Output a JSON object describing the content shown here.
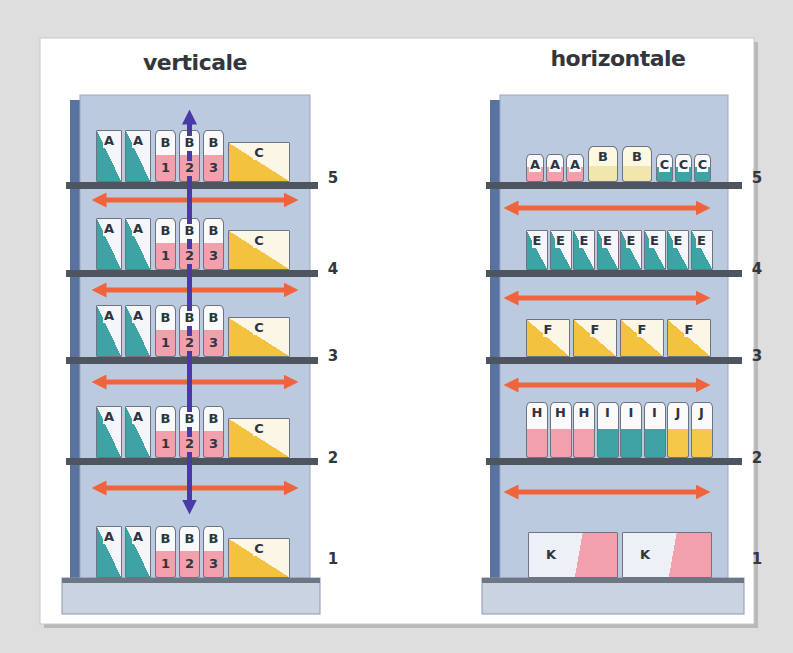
{
  "diagram": {
    "nodes": [
      {
        "text": [
          "A"
        ]
      },
      {
        "text": [
          "A"
        ]
      },
      {
        "text": [
          "B",
          "1"
        ]
      },
      {
        "text": [
          "B",
          "2"
        ]
      },
      {
        "text": [
          "B",
          "3"
        ]
      },
      {
        "text": [
          "C"
        ]
      },
      {
        "text": [
          "A"
        ]
      },
      {
        "text": [
          "A"
        ]
      },
      {
        "text": [
          "B",
          "1"
        ]
      },
      {
        "text": [
          "B",
          "2"
        ]
      },
      {
        "text": [
          "B",
          "3"
        ]
      },
      {
        "text": [
          "C"
        ]
      },
      {
        "text": [
          "A"
        ]
      },
      {
        "text": [
          "A"
        ]
      },
      {
        "text": [
          "B",
          "1"
        ]
      },
      {
        "text": [
          "B",
          "2"
        ]
      },
      {
        "text": [
          "B",
          "3"
        ]
      },
      {
        "text": [
          "C"
        ]
      },
      {
        "text": [
          "A"
        ]
      },
      {
        "text": [
          "A"
        ]
      },
      {
        "text": [
          "B",
          "1"
        ]
      },
      {
        "text": [
          "B",
          "2"
        ]
      },
      {
        "text": [
          "B",
          "3"
        ]
      },
      {
        "text": [
          "C"
        ]
      },
      {
        "text": [
          "A"
        ]
      },
      {
        "text": [
          "A"
        ]
      },
      {
        "text": [
          "B",
          "1"
        ]
      },
      {
        "text": [
          "B",
          "2"
        ]
      },
      {
        "text": [
          "B",
          "3"
        ]
      },
      {
        "text": [
          "C"
        ]
      },
      {
        "text": [
          "A"
        ]
      },
      {
        "text": [
          "A"
        ]
      },
      {
        "text": [
          "A"
        ]
      },
      {
        "text": [
          "B"
        ]
      },
      {
        "text": [
          "B"
        ]
      },
      {
        "text": [
          "C"
        ]
      },
      {
        "text": [
          "C"
        ]
      },
      {
        "text": [
          "C"
        ]
      },
      {
        "text": [
          "E"
        ]
      },
      {
        "text": [
          "E"
        ]
      },
      {
        "text": [
          "E"
        ]
      },
      {
        "text": [
          "E"
        ]
      },
      {
        "text": [
          "E"
        ]
      },
      {
        "text": [
          "E"
        ]
      },
      {
        "text": [
          "E"
        ]
      },
      {
        "text": [
          "E"
        ]
      },
      {
        "text": [
          "F"
        ]
      },
      {
        "text": [
          "F"
        ]
      },
      {
        "text": [
          "F"
        ]
      },
      {
        "text": [
          "F"
        ]
      },
      {
        "text": [
          "H"
        ]
      },
      {
        "text": [
          "H"
        ]
      },
      {
        "text": [
          "H"
        ]
      },
      {
        "text": [
          "I"
        ]
      },
      {
        "text": [
          "I"
        ]
      },
      {
        "text": [
          "I"
        ]
      },
      {
        "text": [
          "J"
        ]
      },
      {
        "text": [
          "J"
        ]
      },
      {
        "text": [
          "K"
        ]
      },
      {
        "text": [
          "K"
        ]
      }
    ],
    "labels": [
      "verticale",
      "horizontale",
      "5",
      "4",
      "3",
      "2",
      "1",
      "5",
      "4",
      "3",
      "2",
      "1"
    ]
  }
}
